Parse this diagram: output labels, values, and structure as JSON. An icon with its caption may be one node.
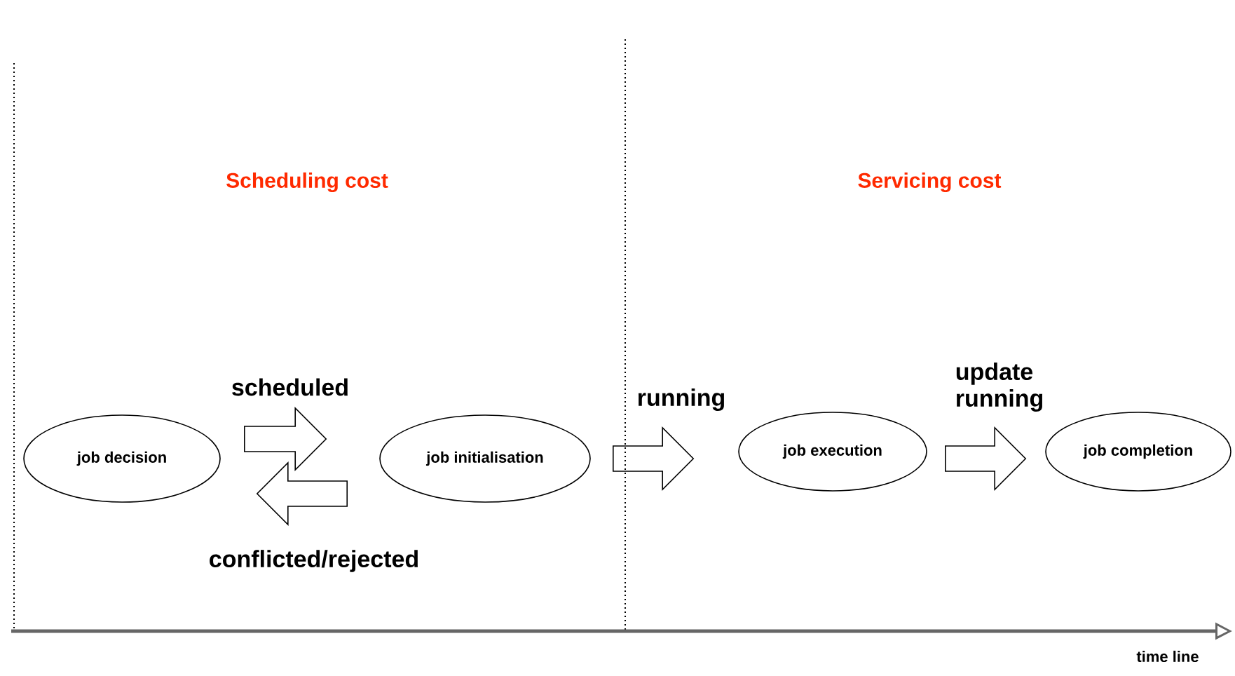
{
  "diagram": {
    "nodes": [
      {
        "text": [
          "job decision"
        ]
      },
      {
        "text": [
          "job initialisation"
        ]
      },
      {
        "text": [
          "job execution"
        ]
      },
      {
        "text": [
          "job completion"
        ]
      }
    ],
    "edges": [
      {
        "from": 0,
        "to": 1,
        "arrow": "to",
        "label": "scheduled"
      },
      {
        "from": 1,
        "to": 0,
        "arrow": "to",
        "label": "conflicted/rejected"
      },
      {
        "from": 1,
        "to": 2,
        "arrow": "to",
        "label": "running"
      },
      {
        "from": 2,
        "to": 3,
        "arrow": "to",
        "label": "update running"
      }
    ],
    "labels": [
      "Scheduling cost",
      "Servicing cost",
      "time line"
    ]
  }
}
